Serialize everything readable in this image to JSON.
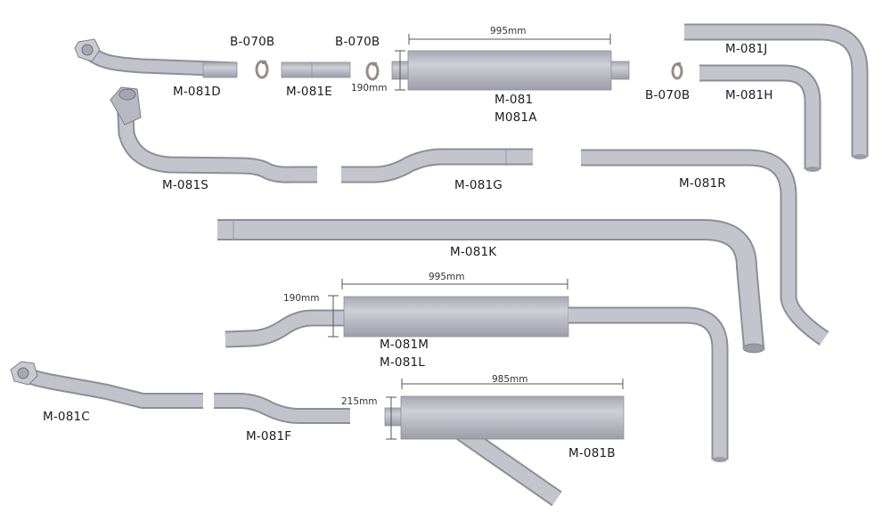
{
  "diagram": {
    "title": "Exhaust system components",
    "colors": {
      "pipe_fill": "#b9b9c3",
      "pipe_edge": "#8a8a94",
      "label": "#1c1c1c",
      "dimension_line": "#555555",
      "clamp": "#a89a92"
    },
    "parts": [
      {
        "id": "M-081D",
        "label": "M-081D",
        "type": "front pipe with flange"
      },
      {
        "id": "B-070B-1",
        "label": "B-070B",
        "type": "clamp"
      },
      {
        "id": "M-081E",
        "label": "M-081E",
        "type": "straight pipe"
      },
      {
        "id": "B-070B-2",
        "label": "B-070B",
        "type": "clamp"
      },
      {
        "id": "M-081",
        "label": "M-081",
        "label2": "M081A",
        "type": "muffler",
        "length": "995mm",
        "diameter": "190mm"
      },
      {
        "id": "B-070B-3",
        "label": "B-070B",
        "type": "clamp"
      },
      {
        "id": "M-081J",
        "label": "M-081J",
        "type": "bent tail pipe"
      },
      {
        "id": "M-081H",
        "label": "M-081H",
        "type": "bent tail pipe"
      },
      {
        "id": "M-081S",
        "label": "M-081S",
        "type": "down pipe with flange"
      },
      {
        "id": "M-081G",
        "label": "M-081G",
        "type": "intermediate pipe"
      },
      {
        "id": "M-081R",
        "label": "M-081R",
        "type": "bent tail pipe"
      },
      {
        "id": "M-081K",
        "label": "M-081K",
        "type": "long bent pipe"
      },
      {
        "id": "M-081M",
        "label": "M-081M",
        "label2": "M-081L",
        "type": "muffler assembly",
        "length": "995mm",
        "diameter": "190mm"
      },
      {
        "id": "M-081C",
        "label": "M-081C",
        "type": "front pipe with flange"
      },
      {
        "id": "M-081F",
        "label": "M-081F",
        "type": "intermediate pipe"
      },
      {
        "id": "M-081B",
        "label": "M-081B",
        "type": "muffler with outlet",
        "length": "985mm",
        "diameter": "215mm"
      }
    ]
  }
}
